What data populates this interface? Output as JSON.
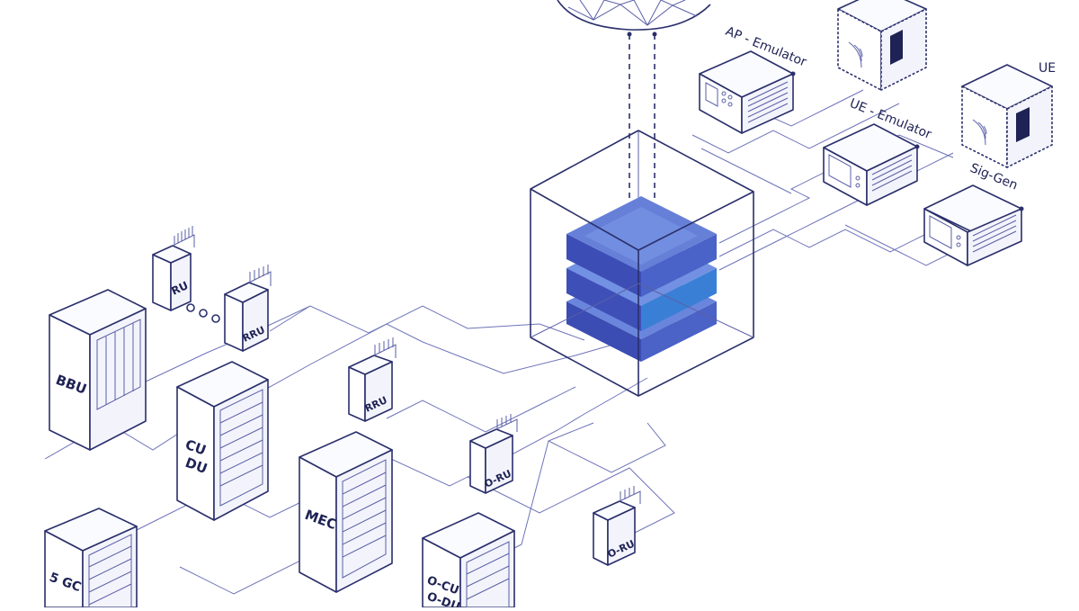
{
  "labels": {
    "bbu": "BBU",
    "cu": "CU",
    "du": "DU",
    "mec": "MEC",
    "gc": "5 GC",
    "ocu": "O-CU",
    "odu": "O-DU",
    "ru": "RU",
    "rru_1": "RRU",
    "rru_2": "RRU",
    "oru_1": "O-RU",
    "oru_2": "O-RU",
    "ap_emulator": "AP - Emulator",
    "ue_emulator": "UE - Emulator",
    "sig_gen": "Sig-Gen",
    "ue_cut": "UE"
  },
  "colors": {
    "ink": "#2a2f6b",
    "wire": "#6e73b8",
    "stack_dark": "#3a4bb0",
    "stack_light": "#5d7bd6"
  }
}
